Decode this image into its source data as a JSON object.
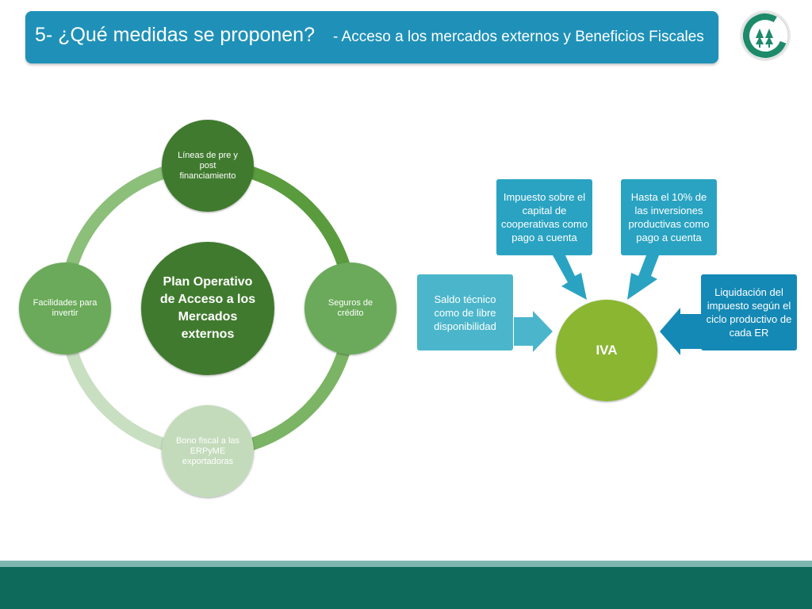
{
  "header": {
    "title": "5- ¿Qué medidas se proponen?",
    "subtitle": "- Acceso a los mercados externos y Beneficios Fiscales"
  },
  "logo": {
    "icon": "cooperative-logo-icon"
  },
  "cycle": {
    "center": "Plan Operativo de Acceso a los Mercados externos",
    "top": "Líneas de pre y post financiamiento",
    "right": "Seguros de crédito",
    "bottom": "Bono fiscal a las ERPyME exportadoras",
    "left": "Facilidades para invertir"
  },
  "iva": {
    "center": "IVA",
    "box_top_left": "Impuesto sobre el capital de cooperativas como pago a cuenta",
    "box_top_right": "Hasta el 10% de las inversiones productivas como pago a cuenta",
    "box_left": "Saldo técnico como de libre disponibilidad",
    "box_right": "Liquidación del impuesto según el ciclo productivo de cada ER"
  },
  "colors": {
    "title_bar": "#1f91b8",
    "center_green": "#3f7a2d",
    "node_dark": "#3f7a2d",
    "node_mid": "#6aaa5a",
    "node_light": "#c3dbbb",
    "iva_green": "#8ab632",
    "box_light_blue": "#4bb6cb",
    "box_mid_blue": "#2aa3c2",
    "box_dark_blue": "#1589b5",
    "footer_dark": "#0e6b5b"
  }
}
